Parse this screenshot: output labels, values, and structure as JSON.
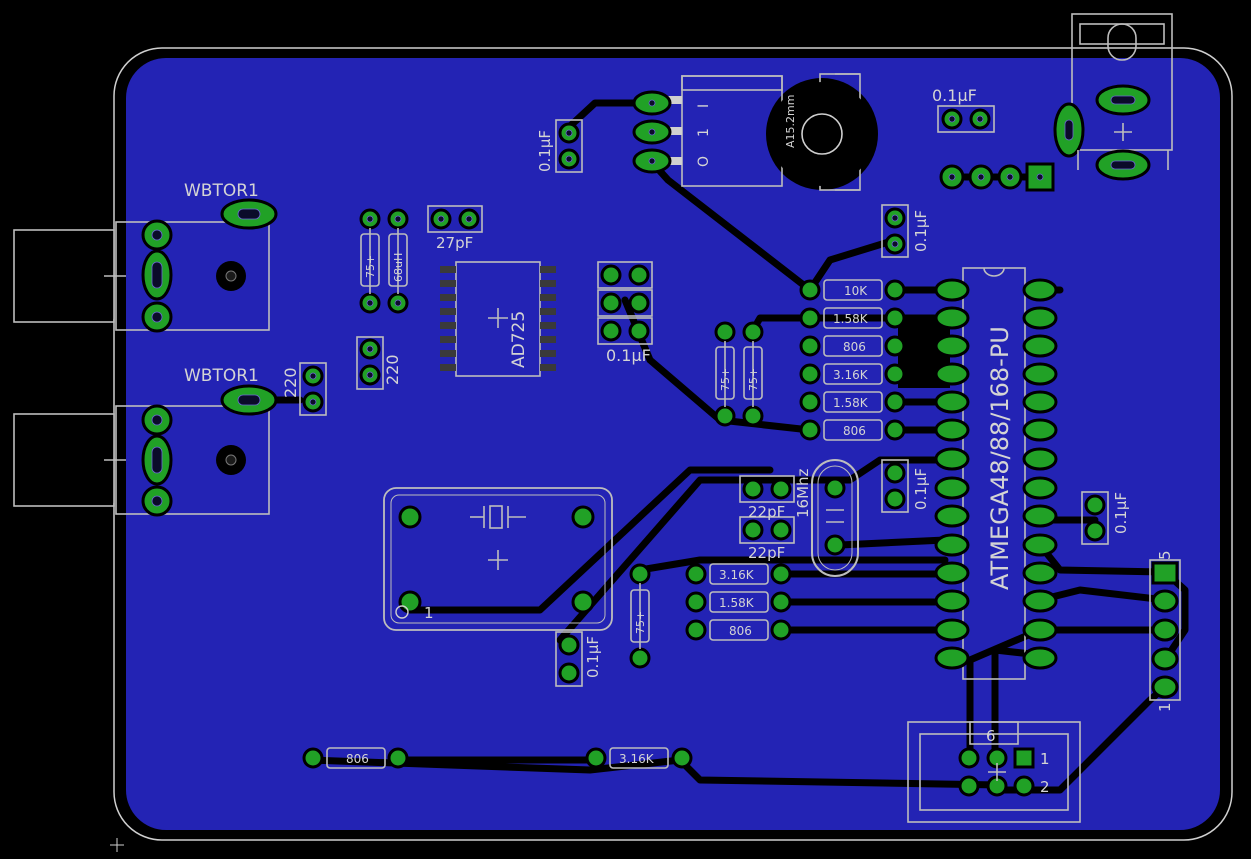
{
  "board": {
    "background": "#000000",
    "copper_color": "#2323b4",
    "pad_color": "#21a126",
    "silk_color": "#bdbdbd",
    "outline_color": "#cfcfcf"
  },
  "labels": {
    "jack_top": "WBTOR1",
    "jack_bottom": "WBTOR1",
    "res_220_a": "220",
    "cap_220": "220",
    "cap_27pf": "27pF",
    "enc_chip": "AD725",
    "cap_01_top_left": "0.1µF",
    "cap_01_top_right": "0.1µF",
    "cap_01_mid": "0.1µF",
    "cap_01_array": "0.1µF",
    "cap_01_by_atmega": "0.1µF",
    "cap_01_right": "0.1µF",
    "cap_01_bottom": "0.1µF",
    "buzzer": "A15.2mm",
    "reg_in": "I",
    "reg_gnd": "1",
    "reg_out": "O",
    "mcu": "ATMEGA48/88/168-PU",
    "res_10k": "10K",
    "res_158k_a": "1.58K",
    "res_806_a": "806",
    "res_316k_a": "3.16K",
    "res_158k_b": "1.58K",
    "res_806_b": "806",
    "res_75_a": "75+",
    "res_75_b": "75+",
    "res_75_c": "75+",
    "res_75_left": "75+",
    "res_68uh": "68uH",
    "crystal": "16Mhz",
    "cap_22pf_a": "22pF",
    "cap_22pf_b": "22pF",
    "res_316k_c": "3.16K",
    "res_158k_c": "1.58K",
    "res_806_c": "806",
    "res_806_bottom": "806",
    "res_316k_bottom": "3.16K",
    "osc_pin": "1",
    "header_5": "5",
    "header_1": "1",
    "isp_6": "6",
    "isp_1": "1",
    "isp_2": "2"
  }
}
